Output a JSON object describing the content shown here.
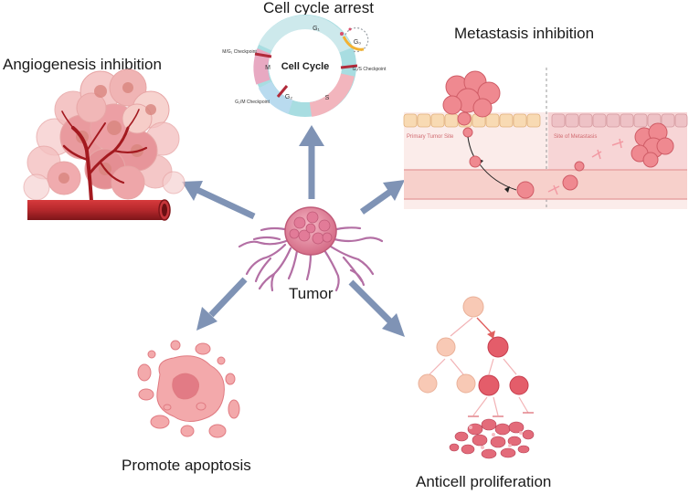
{
  "center": {
    "label": "Tumor"
  },
  "panels": {
    "cell_cycle": {
      "title": "Cell cycle arrest",
      "center_label": "Cell Cycle",
      "phases": {
        "g1": "G₁",
        "s": "S",
        "g2": "G₂",
        "m": "M",
        "g0": "G₀"
      },
      "checkpoints": {
        "mg1": "M/G₁ Checkpoint",
        "g1s": "G₁/S Checkpoint",
        "g2m": "G₂/M Checkpoint"
      }
    },
    "angiogenesis": {
      "title": "Angiogenesis inhibition"
    },
    "metastasis": {
      "title": "Metastasis inhibition",
      "primary_site": "Primary Tumor Site",
      "metastasis_site": "Site of Metastasis"
    },
    "apoptosis": {
      "title": "Promote apoptosis"
    },
    "proliferation": {
      "title": "Anticell proliferation"
    }
  },
  "colors": {
    "arrow": "#7f93b5",
    "tumor": "#e58ea2",
    "vessel": "#b5282c",
    "cell": "#ef8e93",
    "tissue": "#f8d9d6"
  }
}
